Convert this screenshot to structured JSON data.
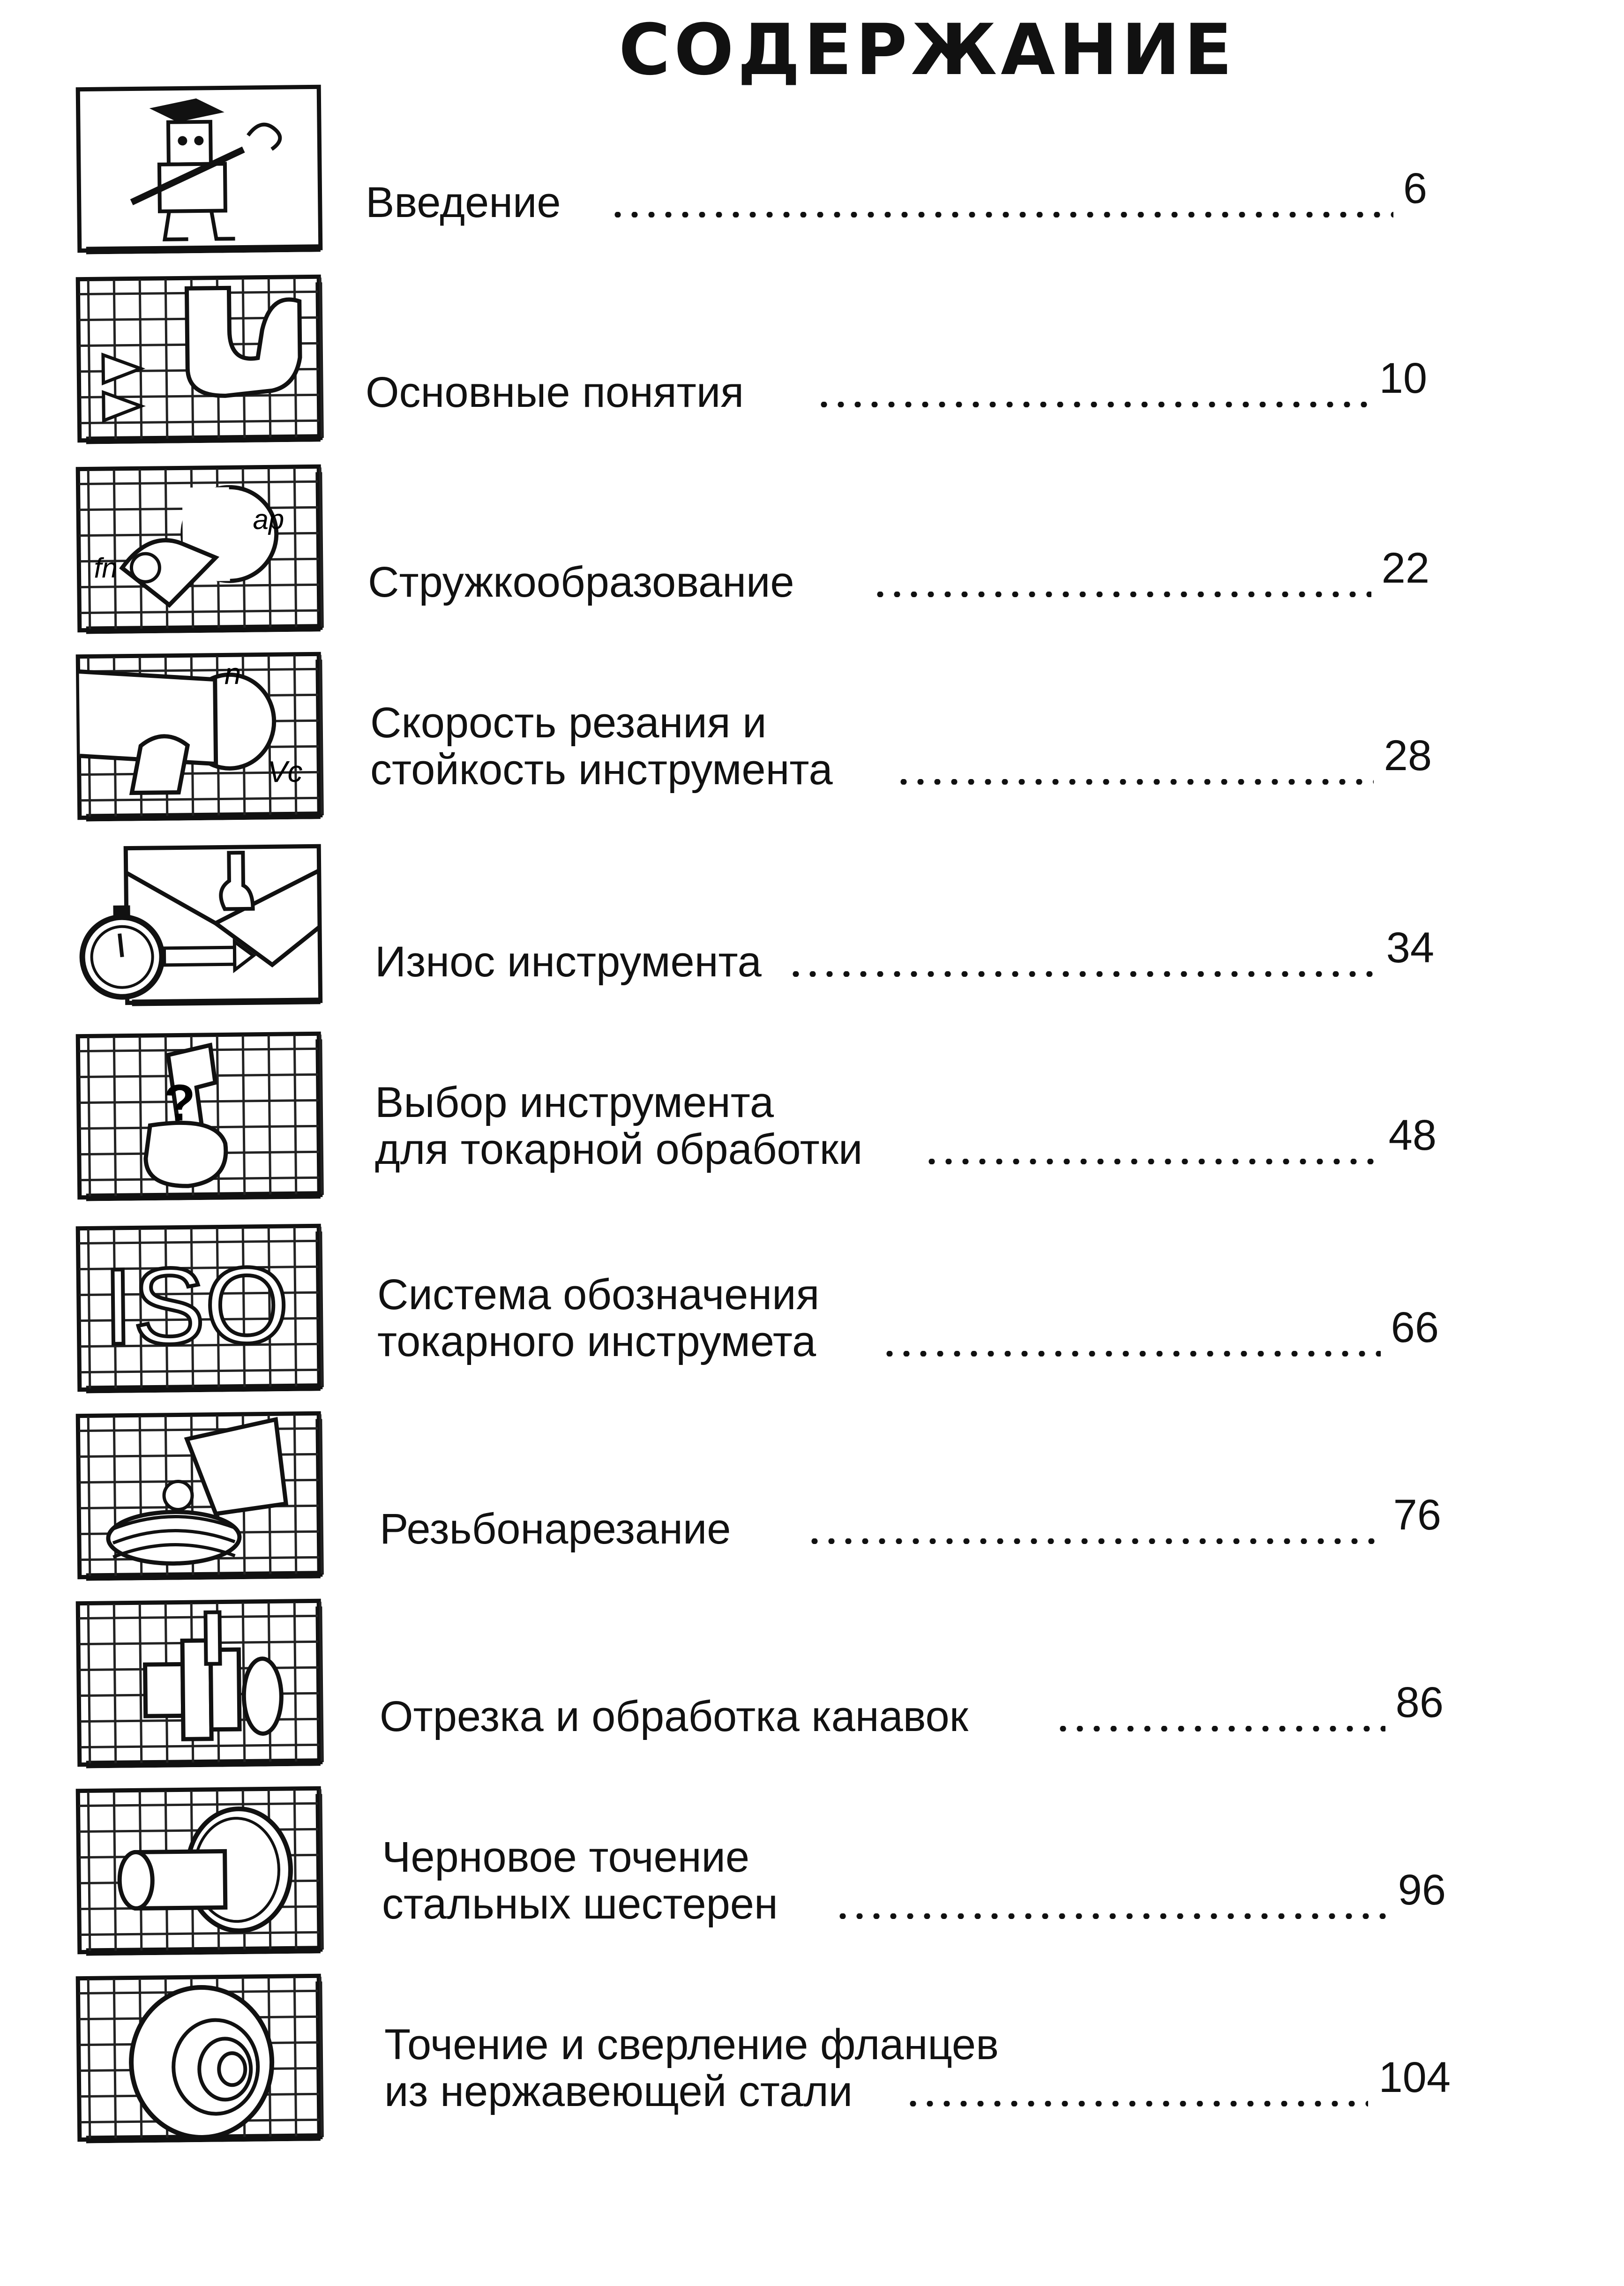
{
  "title": "СОДЕРЖАНИЕ",
  "entries": [
    {
      "lines": [
        "Введение"
      ],
      "page": "6",
      "icon": "graduate-figure-icon"
    },
    {
      "lines": [
        "Основные понятия"
      ],
      "page": "10",
      "icon": "cutting-edge-chip-icon"
    },
    {
      "lines": [
        "Стружкообразование"
      ],
      "page": "22",
      "icon": "chip-formation-icon"
    },
    {
      "lines": [
        "Скорость резания и",
        "стойкость инструмента"
      ],
      "page": "28",
      "icon": "cutting-speed-icon"
    },
    {
      "lines": [
        "Износ инструмента"
      ],
      "page": "34",
      "icon": "stopwatch-wear-icon"
    },
    {
      "lines": [
        "Выбор инструмента",
        "для токарной обработки"
      ],
      "page": "48",
      "icon": "hand-question-tool-icon"
    },
    {
      "lines": [
        "Система обозначения",
        "токарного инструмета"
      ],
      "page": "66",
      "icon": "iso-icon"
    },
    {
      "lines": [
        "Резьбонарезание"
      ],
      "page": "76",
      "icon": "threading-icon"
    },
    {
      "lines": [
        "Отрезка и обработка канавок"
      ],
      "page": "86",
      "icon": "parting-grooving-icon"
    },
    {
      "lines": [
        "Черновое точение",
        "стальных шестерен"
      ],
      "page": "96",
      "icon": "rough-turning-gear-icon"
    },
    {
      "lines": [
        "Точение и сверление фланцев",
        "из нержавеющей стали"
      ],
      "page": "104",
      "icon": "flange-icon"
    }
  ]
}
